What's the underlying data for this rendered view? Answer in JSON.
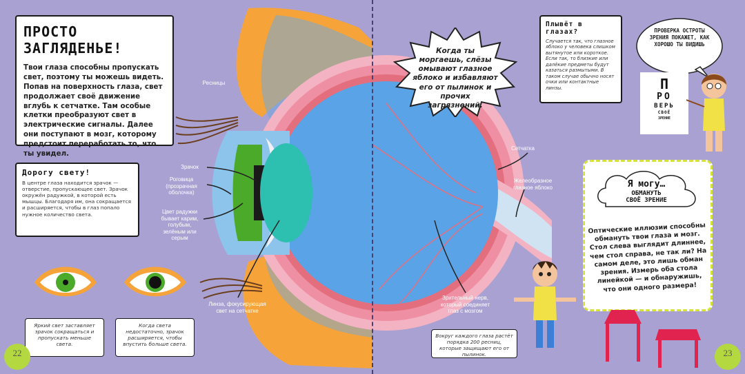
{
  "title_card": {
    "title": "Просто загляденье!",
    "body": "Твои глаза способны пропускать свет, поэтому ты можешь видеть. Попав на поверхность глаза, свет продолжает своё движение вглубь к сетчатке. Там особые клетки преобразуют свет в электрические сигналы. Далее они поступают в мозг, которому предстоит переработать то, что ты увидел."
  },
  "light_card": {
    "title": "Дорогу свету!",
    "body": "В центре глаза находится зрачок — отверстие, пропускающее свет. Зрачок окружён радужкой, в которой есть мышцы. Благодаря им, она сокращается и расширяется, чтобы в глаз попало нужное количество света."
  },
  "captions": {
    "bright": "Яркий свет заставляет зрачок сокращаться и пропускать меньше света.",
    "dim": "Когда света недостаточно, зрачок расширяется, чтобы впустить больше света.",
    "lashes": "Вокруг каждого глаза растёт порядка 200 ресниц, которые защищают его от пылинок."
  },
  "labels": {
    "eyelashes": "Ресницы",
    "pupil": "Зрачок",
    "cornea": "Роговица (прозрачная оболочка)",
    "iris": "Цвет радужки бывает карим, голубым, зелёным или серым",
    "lens": "Линза, фокусирующая свет на сетчатке",
    "optic_nerve": "Зрительный нерв, который соединяет глаз с мозгом",
    "retina": "Сетчатка",
    "vitreous": "Желеобразное глазное яблоко"
  },
  "blink": "Когда ты моргаешь, слёзы омывают глазное яблоко и избавляют его от пылинок и прочих загрязнений.",
  "blur_card": {
    "title": "Плывёт в глазах?",
    "body": "Случается так, что глазное яблоко у человека слишком вытянутое или короткое. Если так, то близкие или далёкие предметы будут казаться размытыми. В таком случае обычно носят очки или контактные линзы."
  },
  "speech": "Проверка остроты зрения покажет, как хорошо ты видишь",
  "chart_rows": [
    "П",
    "РО",
    "ВЕРЬ",
    "СВОЁ",
    "ЗРЕНИЕ"
  ],
  "illusion": {
    "title_line1": "Я могу…",
    "title_line2": "обмануть",
    "title_line3": "своё зрение",
    "body": "Оптические иллюзии способны обмануть твои глаза и мозг. Стол слева выглядит длиннее, чем стол справа, не так ли? На самом деле, это лишь обман зрения. Измерь оба стола линейкой — и обнаружишь, что они одного размера!"
  },
  "pages": {
    "left": "22",
    "right": "23"
  },
  "colors": {
    "background": "#a9a1d2",
    "eyeball": "#5aa3e6",
    "sclera_pink": "#ef8fa4",
    "lid_orange": "#f6a43a",
    "iris_green": "#4caa2b",
    "lens_teal": "#2dbfb0",
    "page_num": "#b4d940",
    "table_red": "#e0234f"
  }
}
